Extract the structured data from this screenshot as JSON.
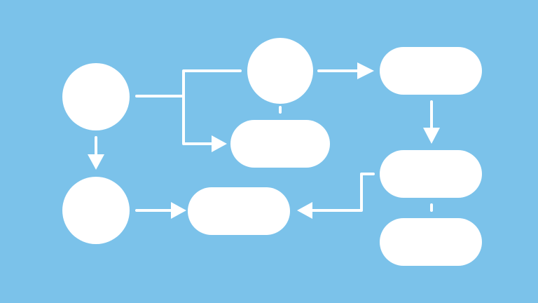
{
  "colors": {
    "background": "#7BC2EA",
    "shape_fill": "#FFFFFF",
    "connector": "#FFFFFF"
  },
  "diagram": {
    "type": "flowchart",
    "nodes": [
      {
        "id": "circle-top-left",
        "shape": "circle",
        "label": ""
      },
      {
        "id": "circle-bottom-left",
        "shape": "circle",
        "label": ""
      },
      {
        "id": "circle-top-center",
        "shape": "circle",
        "label": ""
      },
      {
        "id": "pill-center-middle",
        "shape": "rounded-rectangle",
        "label": ""
      },
      {
        "id": "pill-bottom-center",
        "shape": "rounded-rectangle",
        "label": ""
      },
      {
        "id": "pill-top-right",
        "shape": "rounded-rectangle",
        "label": ""
      },
      {
        "id": "pill-middle-right",
        "shape": "rounded-rectangle",
        "label": ""
      },
      {
        "id": "pill-bottom-right",
        "shape": "rounded-rectangle",
        "label": ""
      }
    ],
    "edges": [
      {
        "from": "circle-top-left",
        "to": "circle-bottom-left",
        "arrow": true
      },
      {
        "from": "circle-bottom-left",
        "to": "pill-bottom-center",
        "arrow": true
      },
      {
        "from": "circle-top-left",
        "to": "circle-top-center",
        "arrow": false
      },
      {
        "from": "circle-top-left",
        "to": "pill-center-middle",
        "arrow": true
      },
      {
        "from": "circle-top-center",
        "to": "pill-top-right",
        "arrow": true
      },
      {
        "from": "circle-top-center",
        "to": "pill-center-middle",
        "arrow": false
      },
      {
        "from": "pill-top-right",
        "to": "pill-middle-right",
        "arrow": true
      },
      {
        "from": "pill-middle-right",
        "to": "pill-bottom-center",
        "arrow": true
      },
      {
        "from": "pill-middle-right",
        "to": "pill-bottom-right",
        "arrow": false
      }
    ]
  }
}
